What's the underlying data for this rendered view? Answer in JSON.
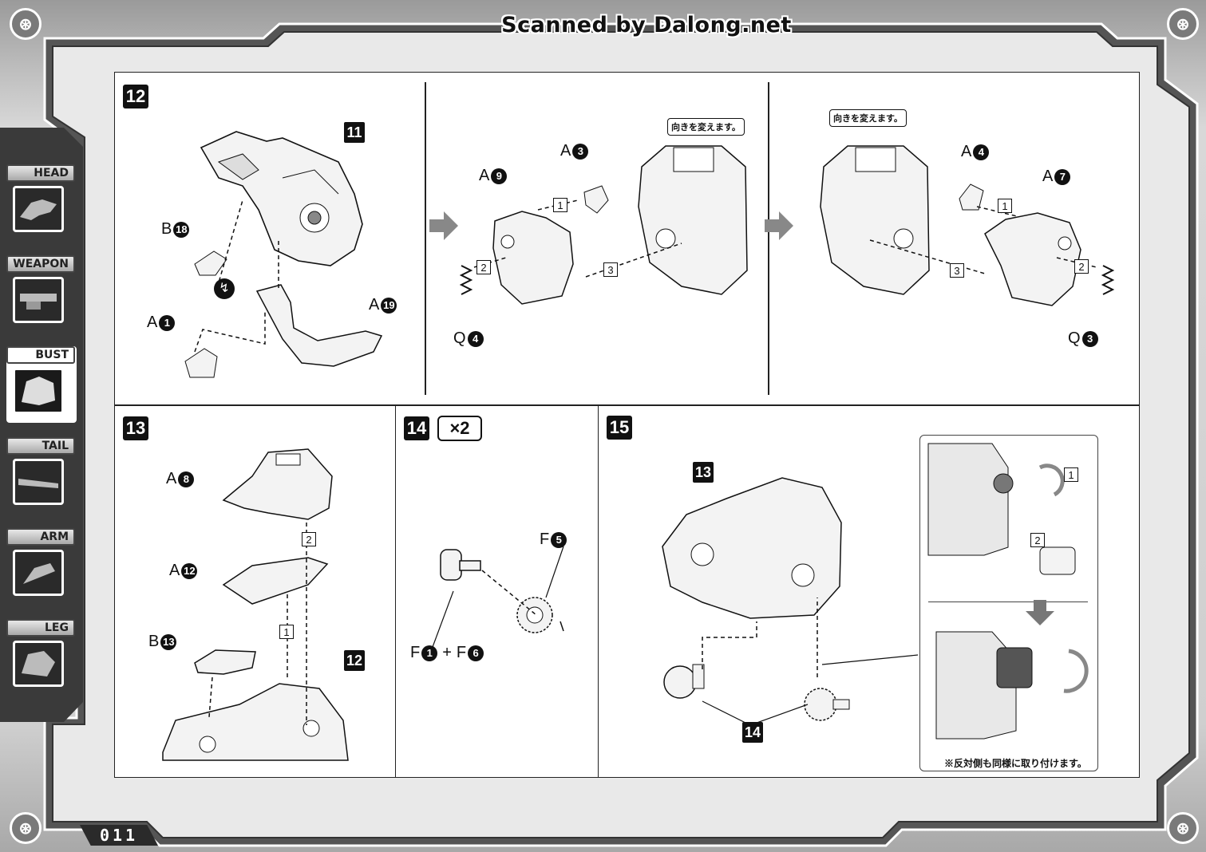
{
  "watermark": "Scanned by Dalong.net",
  "page_number": "011",
  "sidebar": {
    "tabs": [
      {
        "label": "HEAD",
        "icon": "head-icon",
        "active": false
      },
      {
        "label": "WEAPON",
        "icon": "weapon-icon",
        "active": false
      },
      {
        "label": "BUST",
        "icon": "bust-icon",
        "active": true
      },
      {
        "label": "TAIL",
        "icon": "tail-icon",
        "active": false
      },
      {
        "label": "ARM",
        "icon": "arm-icon",
        "active": false
      },
      {
        "label": "LEG",
        "icon": "leg-icon",
        "active": false
      }
    ]
  },
  "step12": {
    "number": "12",
    "sub_a": {
      "ref_step": "11",
      "parts": [
        {
          "letter": "B",
          "num": "18"
        },
        {
          "letter": "A",
          "num": "1"
        },
        {
          "letter": "A",
          "num": "19"
        }
      ]
    },
    "sub_b": {
      "note": "向きを変えます。",
      "parts": [
        {
          "letter": "A",
          "num": "3"
        },
        {
          "letter": "A",
          "num": "9"
        },
        {
          "letter": "Q",
          "num": "4"
        }
      ],
      "seq": [
        "1",
        "2",
        "3"
      ]
    },
    "sub_c": {
      "note": "向きを変えます。",
      "parts": [
        {
          "letter": "A",
          "num": "4"
        },
        {
          "letter": "A",
          "num": "7"
        },
        {
          "letter": "Q",
          "num": "3"
        }
      ],
      "seq": [
        "1",
        "2",
        "3"
      ]
    }
  },
  "step13": {
    "number": "13",
    "ref_step": "12",
    "parts": [
      {
        "letter": "A",
        "num": "8"
      },
      {
        "letter": "A",
        "num": "12"
      },
      {
        "letter": "B",
        "num": "13"
      }
    ],
    "seq": [
      "1",
      "2"
    ]
  },
  "step14": {
    "number": "14",
    "multiplier": "×2",
    "parts": [
      {
        "letter": "F",
        "num": "5"
      },
      {
        "letter": "F",
        "num": "1"
      },
      {
        "letter": "F",
        "num": "6"
      }
    ],
    "plus": "+"
  },
  "step15": {
    "number": "15",
    "ref_step_top": "13",
    "ref_step_bottom": "14",
    "seq": [
      "1",
      "2"
    ],
    "note": "※反対側も同様に取り付けます。"
  }
}
